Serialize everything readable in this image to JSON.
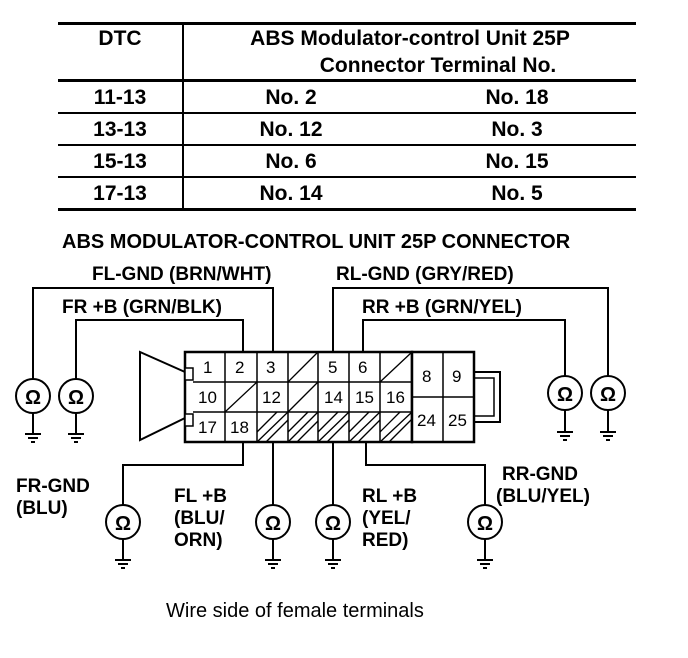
{
  "table": {
    "header_dtc": "DTC",
    "header_unit_line1": "ABS Modulator-control Unit 25P",
    "header_unit_line2": "Connector Terminal No.",
    "rows": [
      {
        "dtc": "11-13",
        "a": "No. 2",
        "b": "No. 18"
      },
      {
        "dtc": "13-13",
        "a": "No. 12",
        "b": "No. 3"
      },
      {
        "dtc": "15-13",
        "a": "No. 6",
        "b": "No. 15"
      },
      {
        "dtc": "17-13",
        "a": "No. 14",
        "b": "No. 5"
      }
    ]
  },
  "diagram": {
    "title": "ABS MODULATOR-CONTROL UNIT 25P CONNECTOR",
    "caption": "Wire side of female terminals",
    "ohm_symbol": "Ω",
    "labels": {
      "fl_gnd": "FL-GND (BRN/WHT)",
      "fr_b": "FR +B (GRN/BLK)",
      "rl_gnd": "RL-GND (GRY/RED)",
      "rr_b": "RR +B (GRN/YEL)",
      "fr_gnd_1": "FR-GND",
      "fr_gnd_2": "(BLU)",
      "fl_b_1": "FL +B",
      "fl_b_2": "(BLU/",
      "fl_b_3": "ORN)",
      "rl_b_1": "RL +B",
      "rl_b_2": "(YEL/",
      "rl_b_3": "RED)",
      "rr_gnd_1": "RR-GND",
      "rr_gnd_2": "(BLU/YEL)"
    },
    "pins": {
      "p1": "1",
      "p2": "2",
      "p3": "3",
      "p5": "5",
      "p6": "6",
      "p8": "8",
      "p9": "9",
      "p10": "10",
      "p12": "12",
      "p14": "14",
      "p15": "15",
      "p16": "16",
      "p17": "17",
      "p18": "18",
      "p24": "24",
      "p25": "25"
    }
  }
}
